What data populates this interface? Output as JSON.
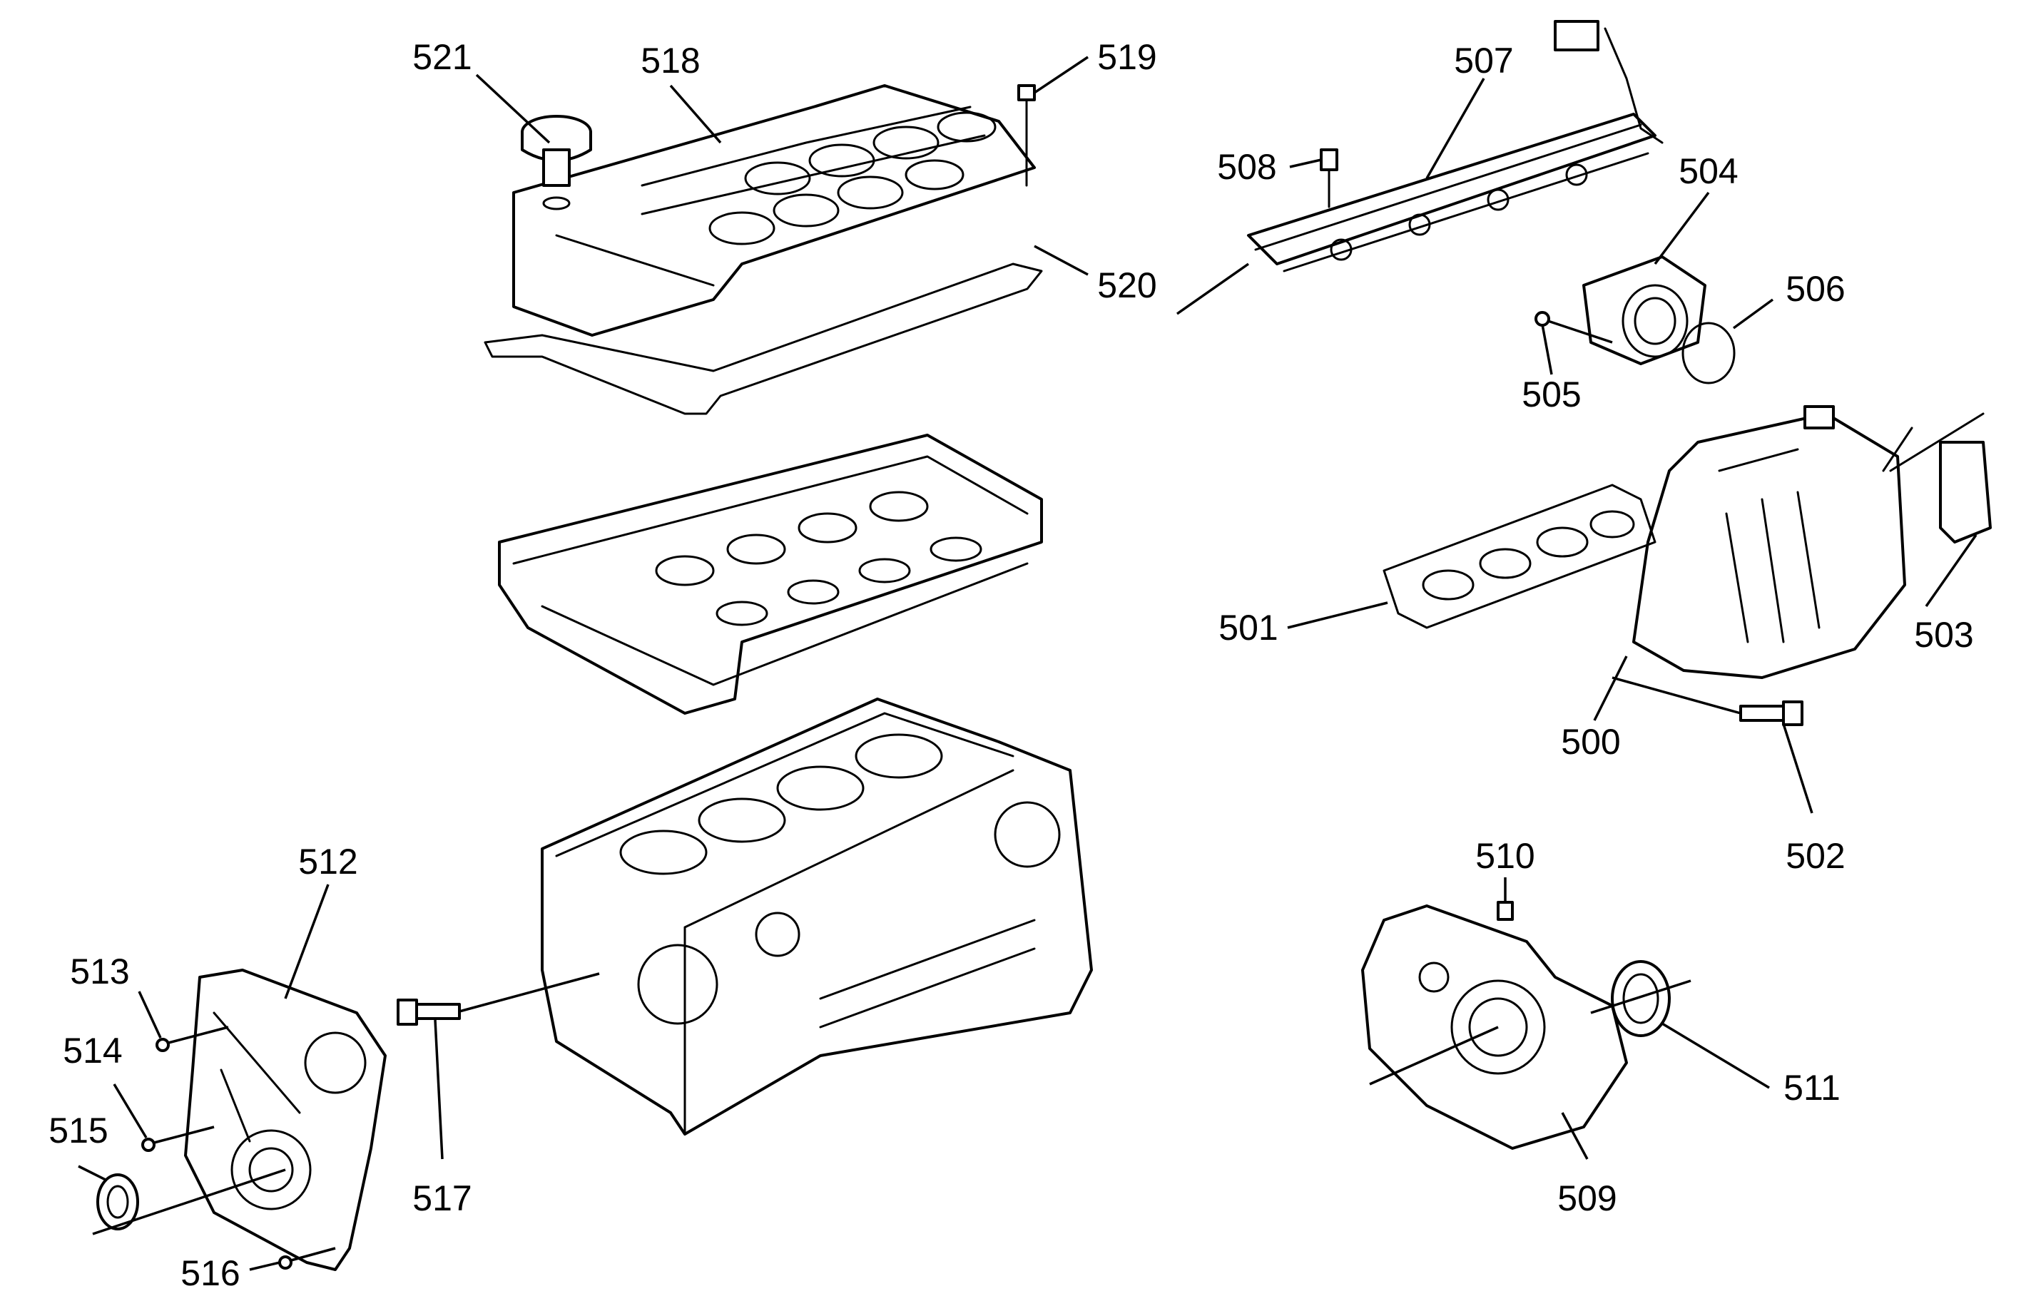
{
  "callouts": {
    "c500": "500",
    "c501": "501",
    "c502": "502",
    "c503": "503",
    "c504": "504",
    "c505": "505",
    "c506": "506",
    "c507": "507",
    "c508": "508",
    "c509": "509",
    "c510": "510",
    "c511": "511",
    "c512": "512",
    "c513": "513",
    "c514": "514",
    "c515": "515",
    "c516": "516",
    "c517": "517",
    "c518": "518",
    "c519": "519",
    "c520": "520",
    "c521": "521"
  },
  "colors": {
    "line": "#000000",
    "background": "#ffffff"
  }
}
